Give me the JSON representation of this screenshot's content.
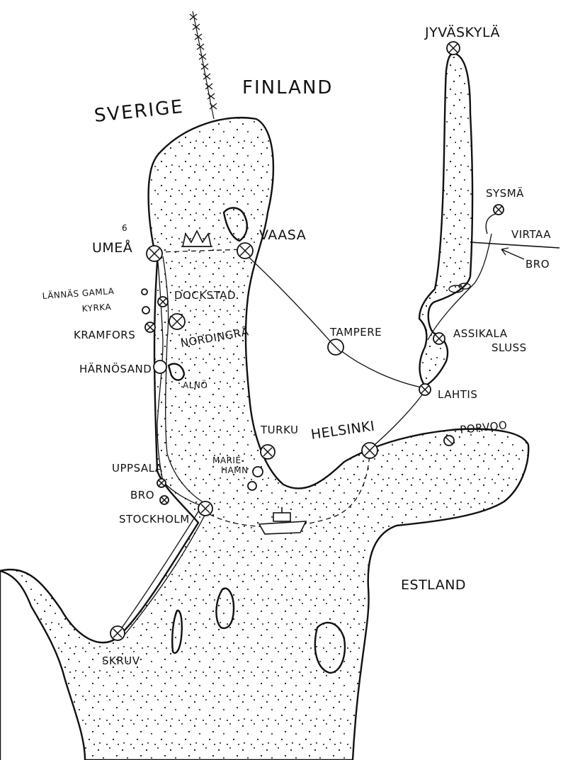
{
  "map": {
    "regions": {
      "sverige": "SVERIGE",
      "finland": "FINLAND",
      "estland": "ESTLAND"
    },
    "places": {
      "jyvaskyla": "JYVÄSKYLÄ",
      "sysma": "SYSMÄ",
      "virtaa": "VIRTAA",
      "bro_virtaa": "BRO",
      "umea": "UMEÅ",
      "umea_mark": "6",
      "vaasa": "VAASA",
      "lannas": "LÄNNÄS GAMLA",
      "kyrka": "KYRKA",
      "dockstad": "DOCKSTAD",
      "kramfors": "KRAMFORS",
      "nordingra": "NORDINGRÅ",
      "tampere": "TAMPERE",
      "assikala": "ASSIKALA",
      "sluss": "SLUSS",
      "harnosand": "HÄRNÖSAND",
      "alno": "ALNÖ",
      "lahtis": "LAHTIS",
      "turku": "TURKU",
      "helsinki": "HELSINKI",
      "porvoo": "PORVOO",
      "uppsala": "UPPSALA",
      "marie": "MARIE-",
      "hamn": "HAMN",
      "bro": "BRO",
      "stockholm": "STOCKHOLM",
      "skruv": "SKRUV"
    },
    "colors": {
      "ink": "#111111",
      "paper": "#ffffff"
    }
  }
}
